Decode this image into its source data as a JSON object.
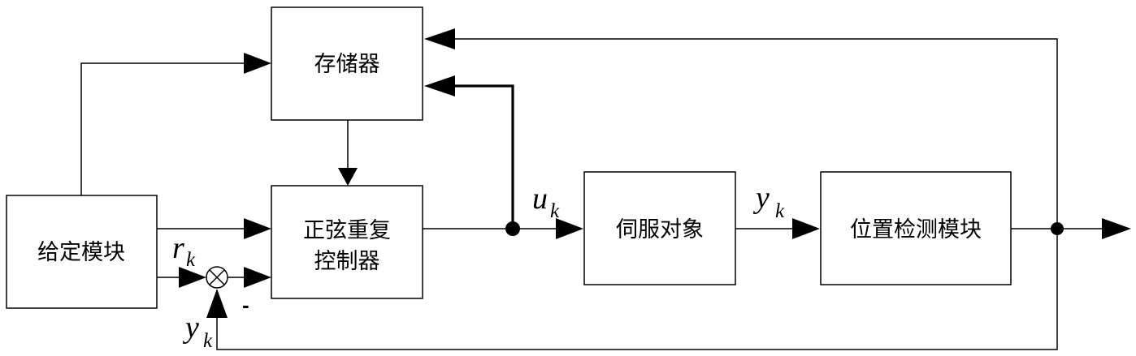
{
  "blocks": {
    "memory": "存储器",
    "given_module": "给定模块",
    "controller_line1": "正弦重复",
    "controller_line2": "控制器",
    "servo_object": "伺服对象",
    "position_detection": "位置检测模块"
  },
  "signals": {
    "r": {
      "symbol": "r",
      "sub": "k"
    },
    "u": {
      "symbol": "u",
      "sub": "k"
    },
    "y_mid": {
      "symbol": "y",
      "sub": "k"
    },
    "y_feedback": {
      "symbol": "y",
      "sub": "k"
    }
  },
  "summing_junction": {
    "minus_sign": "-"
  }
}
